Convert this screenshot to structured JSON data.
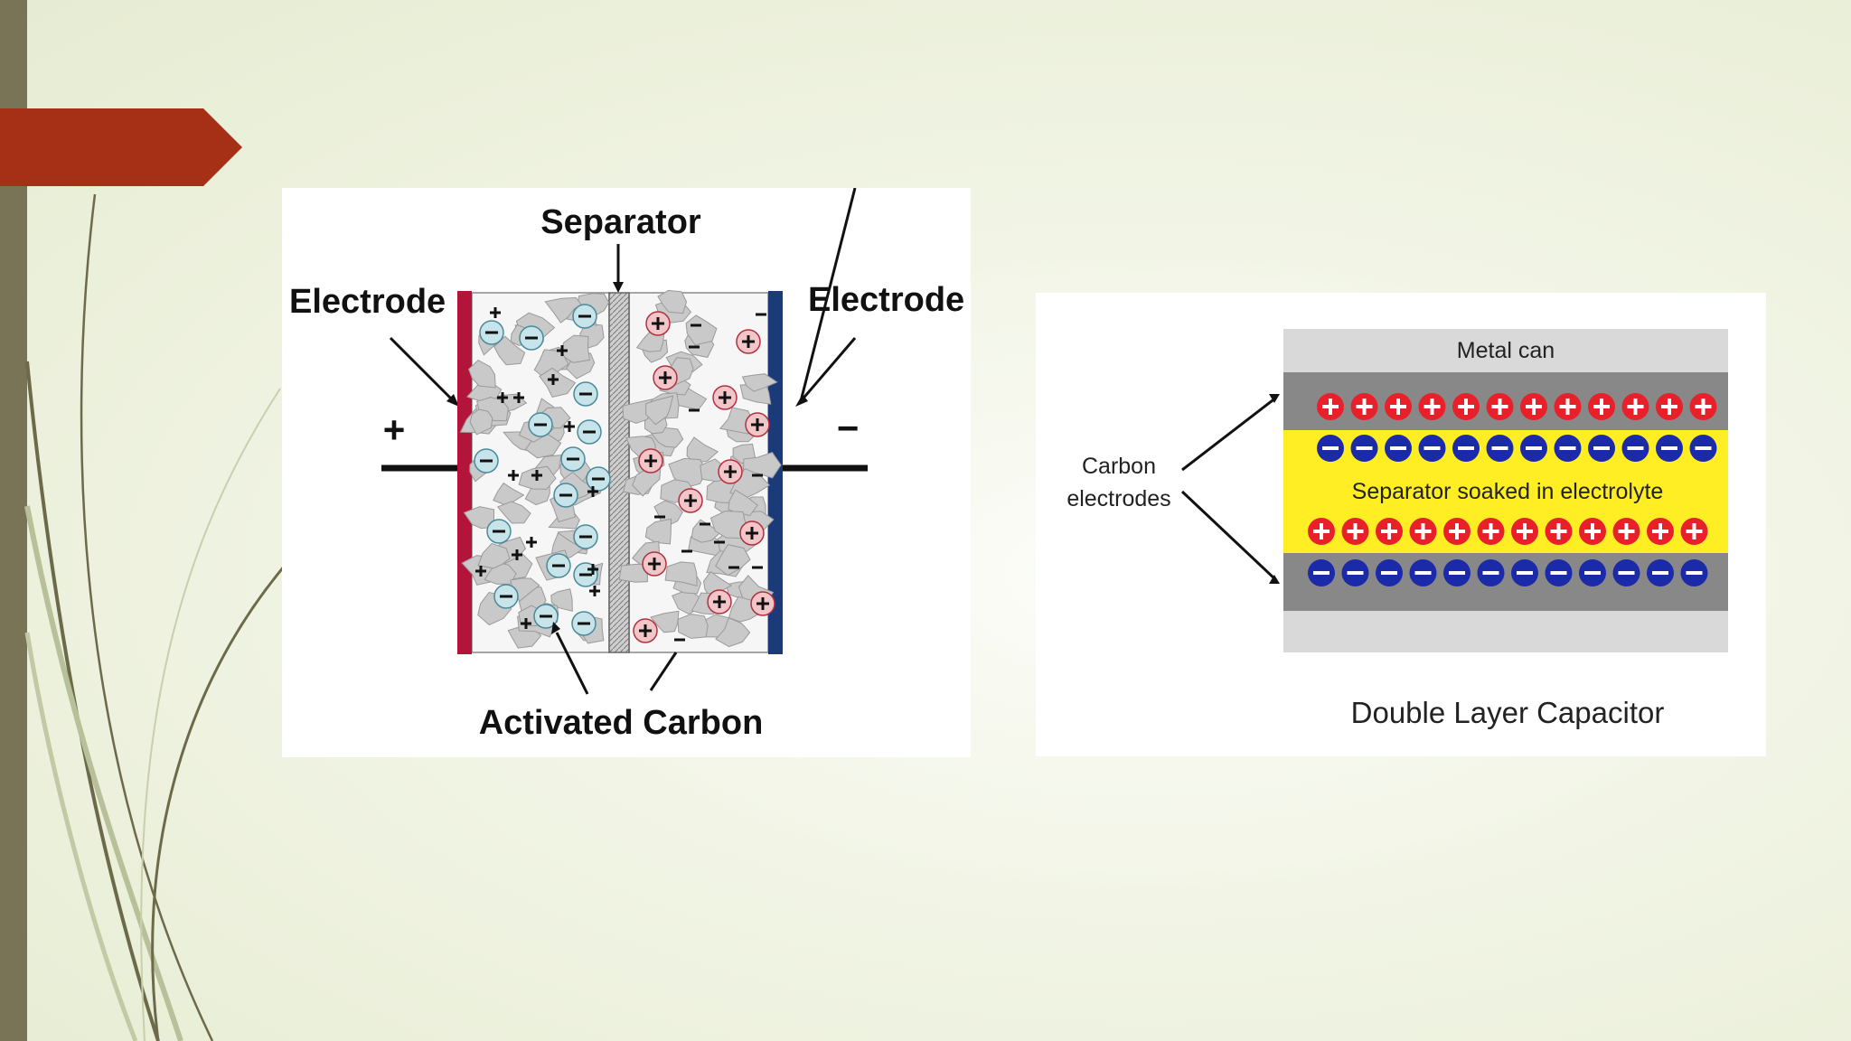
{
  "slide": {
    "accent_color": "#a63016",
    "sidebar_color": "#7a7456",
    "line_color": "#6d6a4a"
  },
  "diagram_left": {
    "separator_label": "Separator",
    "electrode_left_label": "Electrode",
    "electrode_right_label": "Electrode",
    "plus_terminal": "+",
    "minus_terminal": "−",
    "activated_carbon_label": "Activated Carbon",
    "electrode_left_color": "#b5143a",
    "electrode_right_color": "#1a3a7a"
  },
  "diagram_right": {
    "metal_can_label": "Metal can",
    "separator_label": "Separator soaked in electrolyte",
    "carbon_electrodes_line1": "Carbon",
    "carbon_electrodes_line2": "electrodes",
    "caption": "Double Layer Capacitor",
    "positive_ion_color": "#e8202a",
    "negative_ion_color": "#1a2aa8",
    "electrolyte_color": "#ffee24"
  }
}
